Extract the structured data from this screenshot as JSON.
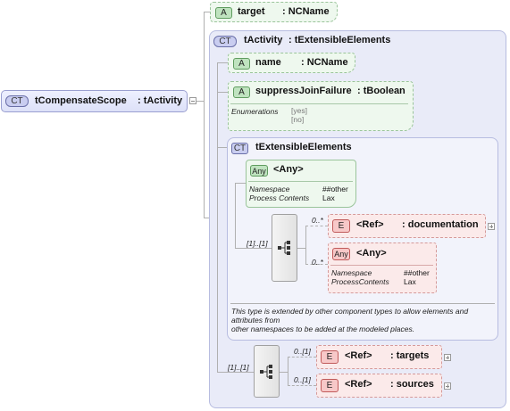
{
  "root": {
    "badge": "CT",
    "name": "tCompensateScope",
    "type": ": tActivity"
  },
  "target_attr": {
    "badge": "A",
    "name": "target",
    "type": ": NCName"
  },
  "tactivity": {
    "badge": "CT",
    "name": "tActivity",
    "type": ": tExtensibleElements"
  },
  "name_attr": {
    "badge": "A",
    "name": "name",
    "type": ": NCName"
  },
  "suppress_attr": {
    "badge": "A",
    "name": "suppressJoinFailure",
    "type": ": tBoolean",
    "enum_label": "Enumerations",
    "enum_values": [
      "[yes]",
      "[no]"
    ]
  },
  "text": {
    "badge": "CT",
    "name": "tExtensibleElements",
    "any_attr": {
      "badge": "Any",
      "name": "<Any>",
      "ns_label": "Namespace",
      "ns_value": "##other",
      "pc_label": "Process Contents",
      "pc_value": "Lax"
    },
    "seq_mult": "[1]..[1]",
    "doc": {
      "mult": "0..*",
      "badge": "E",
      "ref": "<Ref>",
      "name": ": documentation"
    },
    "any_elem": {
      "mult": "0..*",
      "badge": "Any",
      "name": "<Any>",
      "ns_label": "Namespace",
      "ns_value": "##other",
      "pc_label": "ProcessContents",
      "pc_value": "Lax"
    },
    "note": [
      "This type is extended by other component types to allow elements and attributes from",
      "other namespaces to be added at the modeled places."
    ]
  },
  "outer_seq_mult": "[1]..[1]",
  "targets": {
    "mult": "0..[1]",
    "badge": "E",
    "ref": "<Ref>",
    "name": ": targets"
  },
  "sources": {
    "mult": "0..[1]",
    "badge": "E",
    "ref": "<Ref>",
    "name": ": sources"
  }
}
